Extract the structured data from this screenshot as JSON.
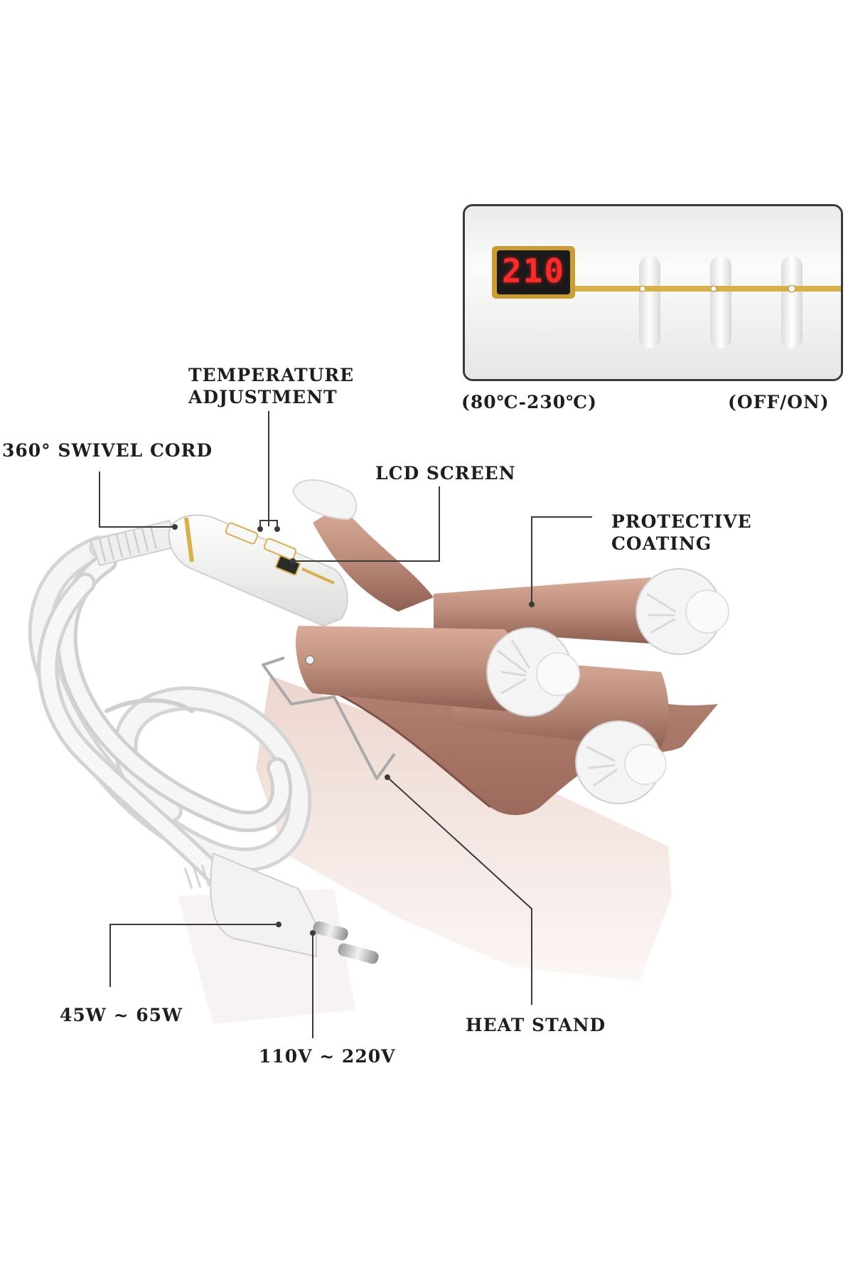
{
  "lcd": {
    "display_value": "210"
  },
  "labels": {
    "temp_range": "(80℃-230℃)",
    "power_toggle": "(OFF/ON)",
    "temperature_adjustment": [
      "TEMPERATURE",
      "ADJUSTMENT"
    ],
    "swivel_cord": "360° SWIVEL CORD",
    "lcd_screen": "LCD SCREEN",
    "protective_coating": [
      "PROTECTIVE",
      "COATING"
    ],
    "wattage": "45W ~ 65W",
    "heat_stand": "HEAT STAND",
    "voltage": "110V ~ 220V"
  },
  "colors": {
    "barrel_rose_gold": "#c0907f",
    "barrel_shadow": "#9c6a5c",
    "handle_white": "#f4f4f2",
    "cord_white": "#eaeaea",
    "accent_gold": "#d8b04a",
    "lcd_red": "#ff2a2a",
    "label_text": "#1e1e1e"
  }
}
